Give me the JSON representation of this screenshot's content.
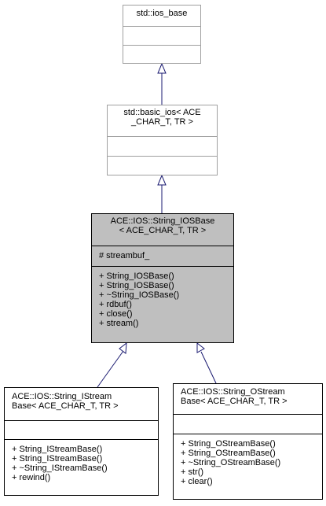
{
  "classes": {
    "ios_base": {
      "name_lines": [
        "std::ios_base"
      ],
      "attributes": [],
      "methods": []
    },
    "basic_ios": {
      "name_lines": [
        "std::basic_ios< ACE",
        "_CHAR_T, TR >"
      ],
      "attributes": [],
      "methods": []
    },
    "string_iosbase": {
      "name_lines": [
        "ACE::IOS::String_IOSBase",
        "< ACE_CHAR_T, TR >"
      ],
      "attributes": [
        "# streambuf_"
      ],
      "methods": [
        "+ String_IOSBase()",
        "+ String_IOSBase()",
        "+ ~String_IOSBase()",
        "+ rdbuf()",
        "+ close()",
        "+ stream()"
      ]
    },
    "string_istreambase": {
      "name_lines": [
        "ACE::IOS::String_IStream",
        "Base< ACE_CHAR_T, TR >"
      ],
      "attributes": [],
      "methods": [
        "+ String_IStreamBase()",
        "+ String_IStreamBase()",
        "+ ~String_IStreamBase()",
        "+ rewind()"
      ]
    },
    "string_ostreambase": {
      "name_lines": [
        "ACE::IOS::String_OStream",
        "Base< ACE_CHAR_T, TR >"
      ],
      "attributes": [],
      "methods": [
        "+ String_OStreamBase()",
        "+ String_OStreamBase()",
        "+ ~String_OStreamBase()",
        "+ str()",
        "+ clear()"
      ]
    }
  },
  "colors": {
    "edge": "#191970",
    "focus_fill": "#bfbfbf",
    "gray_border": "#a0a0a0"
  }
}
